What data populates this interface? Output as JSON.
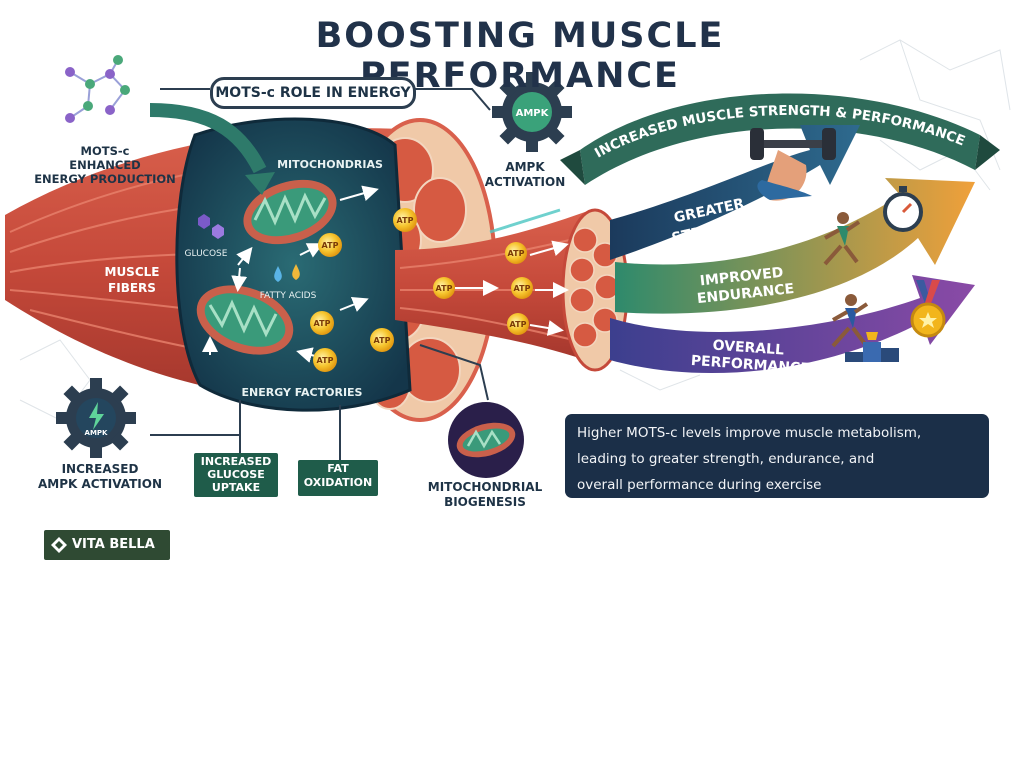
{
  "title": "BOOSTING MUSCLE PERFORMANCE",
  "labels": {
    "role_in_energy": "MOTS-c ROLE IN ENERGY",
    "mots_enhanced_line1": "MOTS-c",
    "mots_enhanced_line2": "ENHANCED",
    "mots_enhanced_line3": "ENERGY PRODUCTION",
    "ampk_top_line1": "AMPK",
    "ampk_top_line2": "ACTIVATION",
    "mitochondrias": "MITOCHONDRIAS",
    "glucose": "GLUCOSE",
    "fatty_acids": "FATTY ACIDS",
    "muscle_fibers_line1": "MUSCLE",
    "muscle_fibers_line2": "FIBERS",
    "energy_factories": "ENERGY FACTORIES",
    "atp": "ATP",
    "ampk_gear": "AMPK",
    "ampk_bottom_line1": "INCREASED",
    "ampk_bottom_line2": "AMPK ACTIVATION",
    "glucose_uptake_line1": "INCREASED",
    "glucose_uptake_line2": "GLUCOSE",
    "glucose_uptake_line3": "UPTAKE",
    "fat_oxidation_line1": "FAT",
    "fat_oxidation_line2": "OXIDATION",
    "biogenesis_line1": "MITOCHONDRIAL",
    "biogenesis_line2": "BIOGENESIS",
    "banner": "INCREASED MUSCLE STRENGTH & PERFORMANCE",
    "strength_line1": "GREATER",
    "strength_line2": "STRENGTH",
    "endurance_line1": "IMPROVED",
    "endurance_line2": "ENDURANCE",
    "overall_line1": "OVERALL",
    "overall_line2": "PERFORMANCE"
  },
  "info_box": {
    "line1": "Higher MOTS-c levels improve muscle metabolism,",
    "line2": "leading to greater strength, endurance, and",
    "line3": "overall performance during exercise"
  },
  "brand": "VITA BELLA",
  "colors": {
    "title": "#21324a",
    "muscle": "#c5493a",
    "cell_interior": "#1d4a56",
    "mitochondria": "#2f8a6a",
    "atp": "#f2b51c",
    "banner": "#2f6b5a",
    "strength_arrow": "#1f4b6e",
    "endurance_arrow": "#2e8a6c",
    "overall_arrow": "#6a3d8e",
    "info_box": "#1b2f48",
    "logo_bg": "#2f4a33"
  },
  "icons": [
    "molecule-icon",
    "gear-icon",
    "lightning-icon",
    "dumbbell-icon",
    "stopwatch-icon",
    "medal-icon",
    "runner-icon",
    "podium-icon",
    "droplet-icon"
  ]
}
